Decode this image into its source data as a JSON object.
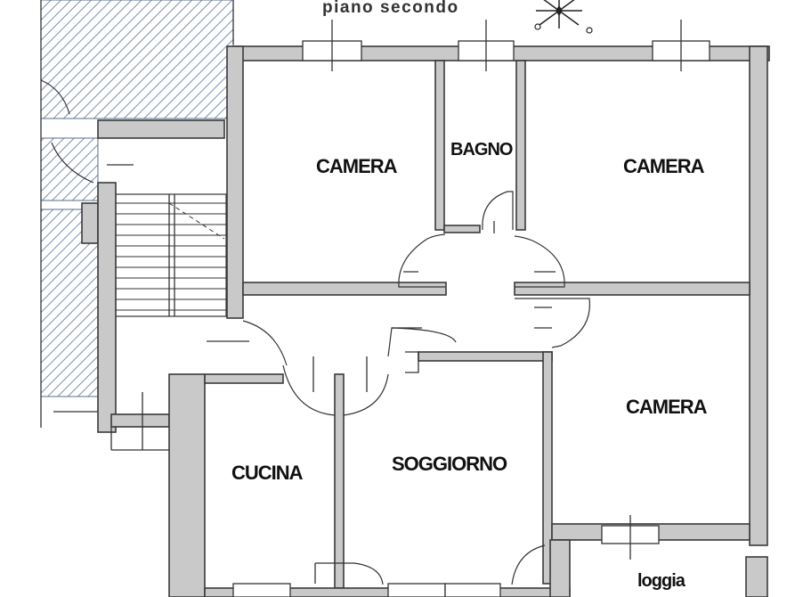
{
  "plan": {
    "title": "piano secondo",
    "north_icon": "compass-rose-icon",
    "rooms": {
      "camera_top_left": "CAMERA",
      "bagno": "BAGNO",
      "camera_top_right": "CAMERA",
      "camera_right": "CAMERA",
      "cucina": "CUCINA",
      "soggiorno": "SOGGIORNO",
      "loggia": "loggia"
    },
    "colors": {
      "wall_fill": "#c9c9c9",
      "hatch_stroke": "#5a6d8a"
    }
  }
}
